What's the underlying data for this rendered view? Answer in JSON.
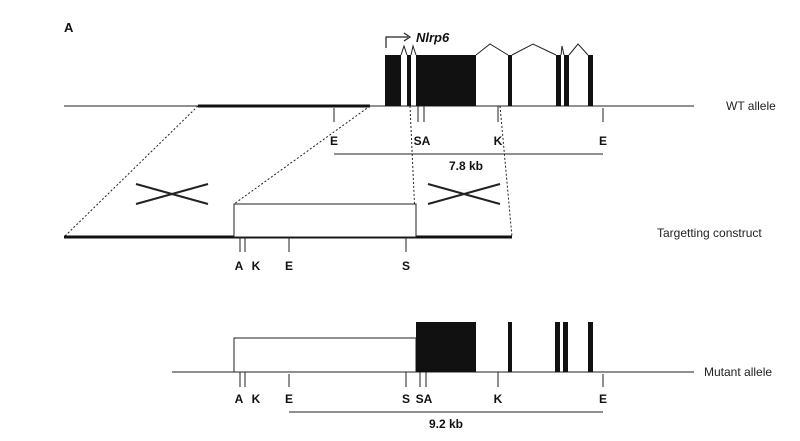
{
  "panel_label": "A",
  "gene_name": "Nlrp6",
  "rows": {
    "wt": "WT allele",
    "construct": "Targetting construct",
    "mutant": "Mutant allele"
  },
  "sites": {
    "wt": [
      "E",
      "SA",
      "K",
      "E"
    ],
    "construct": [
      "A",
      "K",
      "E",
      "S"
    ],
    "mutant": [
      "A",
      "K",
      "E",
      "SA",
      "K",
      "E"
    ],
    "mutant_s": "S"
  },
  "fragments": {
    "wt": "7.8 kb",
    "mutant": "9.2 kb"
  },
  "colors": {
    "exon": "#111111",
    "line": "#222222"
  }
}
